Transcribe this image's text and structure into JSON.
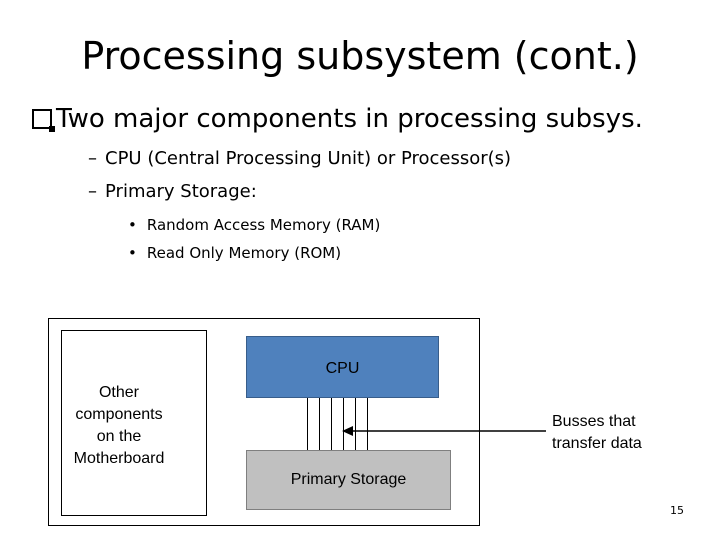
{
  "slide": {
    "title": "Processing subsystem (cont.)",
    "main_bullet": "Two major components in processing subsys.",
    "sub_items": [
      "CPU (Central Processing Unit) or Processor(s)",
      "Primary Storage:"
    ],
    "sub_sub_items": [
      "Random Access Memory (RAM)",
      "Read Only Memory (ROM)"
    ],
    "dash": "–",
    "dot": "•",
    "page_number": "15"
  },
  "diagram": {
    "other_lines": [
      "Other",
      "components",
      "on the",
      "Motherboard"
    ],
    "cpu_label": "CPU",
    "storage_label": "Primary Storage",
    "bus_lines": [
      "Busses that",
      "transfer data"
    ],
    "colors": {
      "cpu_fill": "#4f81bd",
      "storage_fill": "#c0c0c0"
    }
  }
}
